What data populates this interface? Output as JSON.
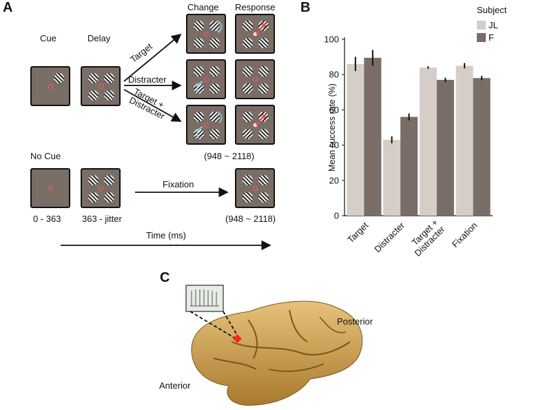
{
  "panels": {
    "a": "A",
    "b": "B",
    "c": "C"
  },
  "task": {
    "cue": "Cue",
    "delay": "Delay",
    "change": "Change",
    "response": "Response",
    "target": "Target",
    "distracter": "Distracter",
    "target_plus": "Target +",
    "distracter2": "Distracter",
    "range_change": "(948 ~ 2118)",
    "no_cue": "No Cue",
    "fixation": "Fixation",
    "t0": "0 - 363",
    "t1": "363 - jitter",
    "range_fix": "(948 ~ 2118)",
    "time": "Time (ms)"
  },
  "brain": {
    "posterior": "Posterior",
    "anterior": "Anterior"
  },
  "chart_data": {
    "type": "bar",
    "ylabel": "Mean success rate (%)",
    "ylim": [
      0,
      100
    ],
    "yticks": [
      0,
      20,
      40,
      60,
      80,
      100
    ],
    "categories": [
      "Target",
      "Distracter",
      "Target + Distracter",
      "Fixation"
    ],
    "category_lines": [
      [
        "Target"
      ],
      [
        "Distracter"
      ],
      [
        "Target +",
        "Distracter"
      ],
      [
        "Fixation"
      ]
    ],
    "legend_title": "Subject",
    "legend_position": "top-right",
    "series": [
      {
        "name": "JL",
        "color": "#d4cec7",
        "values": [
          86,
          43,
          84,
          85
        ],
        "errors": [
          4,
          2,
          0.7,
          1.5
        ]
      },
      {
        "name": "F",
        "color": "#7a6c66",
        "values": [
          89.5,
          56,
          77,
          78
        ],
        "errors": [
          4.5,
          2,
          1.2,
          1.2
        ]
      }
    ]
  }
}
